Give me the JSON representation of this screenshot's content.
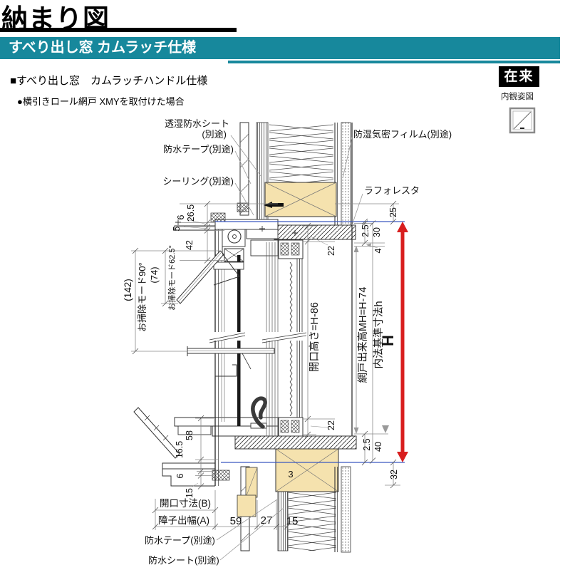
{
  "header": {
    "title": "納まり図",
    "banner": "すべり出し窓 カムラッチ仕様",
    "spec_heading": "■すべり出し窓　カムラッチハンドル仕様",
    "case_note": "●横引きロール網戸 XMYを取付けた場合",
    "badge": "在来",
    "view_label": "内観姿図"
  },
  "callouts": {
    "sheet_top_1": "透湿防水シート",
    "sheet_top_2": "(別途)",
    "tape_top": "防水テープ(別途)",
    "sealing": "シーリング(別途)",
    "film": "防湿気密フィルム(別途)",
    "laforesta": "ラフォレスタ",
    "tape_bottom": "防水テープ(別途)",
    "sheet_bottom": "防水シート(別途)"
  },
  "dimensions": {
    "head_left": {
      "a": "26.5",
      "b": "6",
      "c": "5",
      "d": "42"
    },
    "head_right": {
      "a": "25",
      "b": "2.5",
      "c": "30",
      "d": "4",
      "e": "22"
    },
    "heights": {
      "opening": "開口高さ=H-86",
      "screen": "網戸出来高MH=H-74",
      "inner": "内法基準寸法h",
      "overall": "H",
      "glass_bottom": "22"
    },
    "cleaning": {
      "overall": "(142)",
      "mode90": "お掃除モード90°",
      "proj": "(74)",
      "mode625": "お掃除モード62.5°"
    },
    "sill_left": {
      "a": "58",
      "b": "16.5",
      "c": "6",
      "d": "15"
    },
    "sill_right": {
      "a": "2.5",
      "b": "40",
      "c": "32"
    },
    "bottom": {
      "open_b": "開口寸法(B)",
      "proj_a": "障子出幅(A)",
      "a": "59",
      "b": "27",
      "c": "15",
      "wood": "3"
    }
  },
  "colors": {
    "teal": "#17889c",
    "red": "#d81e1e",
    "blue": "#3a57c0",
    "wood": "#f5e2ae",
    "badge_bg": "#000000"
  }
}
